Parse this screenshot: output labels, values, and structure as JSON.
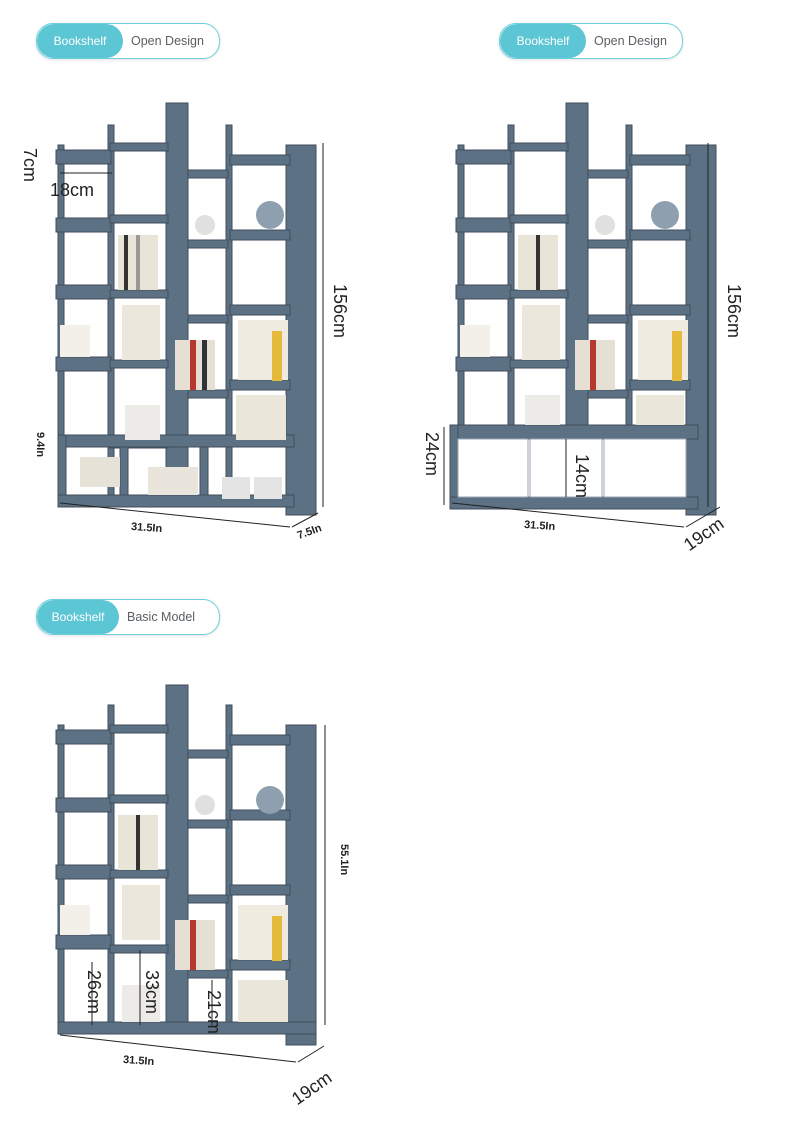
{
  "panels": [
    {
      "tag": "Bookshelf",
      "label": "Open Design",
      "dims": {
        "top_offset": "7cm",
        "step": "18cm",
        "height": "156cm",
        "base_height": "9.4In",
        "width": "31.5In",
        "depth": "7.5In"
      }
    },
    {
      "tag": "Bookshelf",
      "label": "Open Design",
      "dims": {
        "height": "156cm",
        "drawer_base": "24cm",
        "drawer_height": "14cm",
        "width": "31.5In",
        "depth": "19cm"
      }
    },
    {
      "tag": "Bookshelf",
      "label": "Basic Model",
      "dims": {
        "height": "55.1In",
        "gap_left": "26cm",
        "gap_mid": "33cm",
        "gap_right": "21cm",
        "width": "31.5In",
        "depth": "19cm"
      }
    }
  ],
  "colors": {
    "accent": "#5cc6d4",
    "shelf_wood": "#5d7184",
    "drawer": "#ffffff"
  }
}
